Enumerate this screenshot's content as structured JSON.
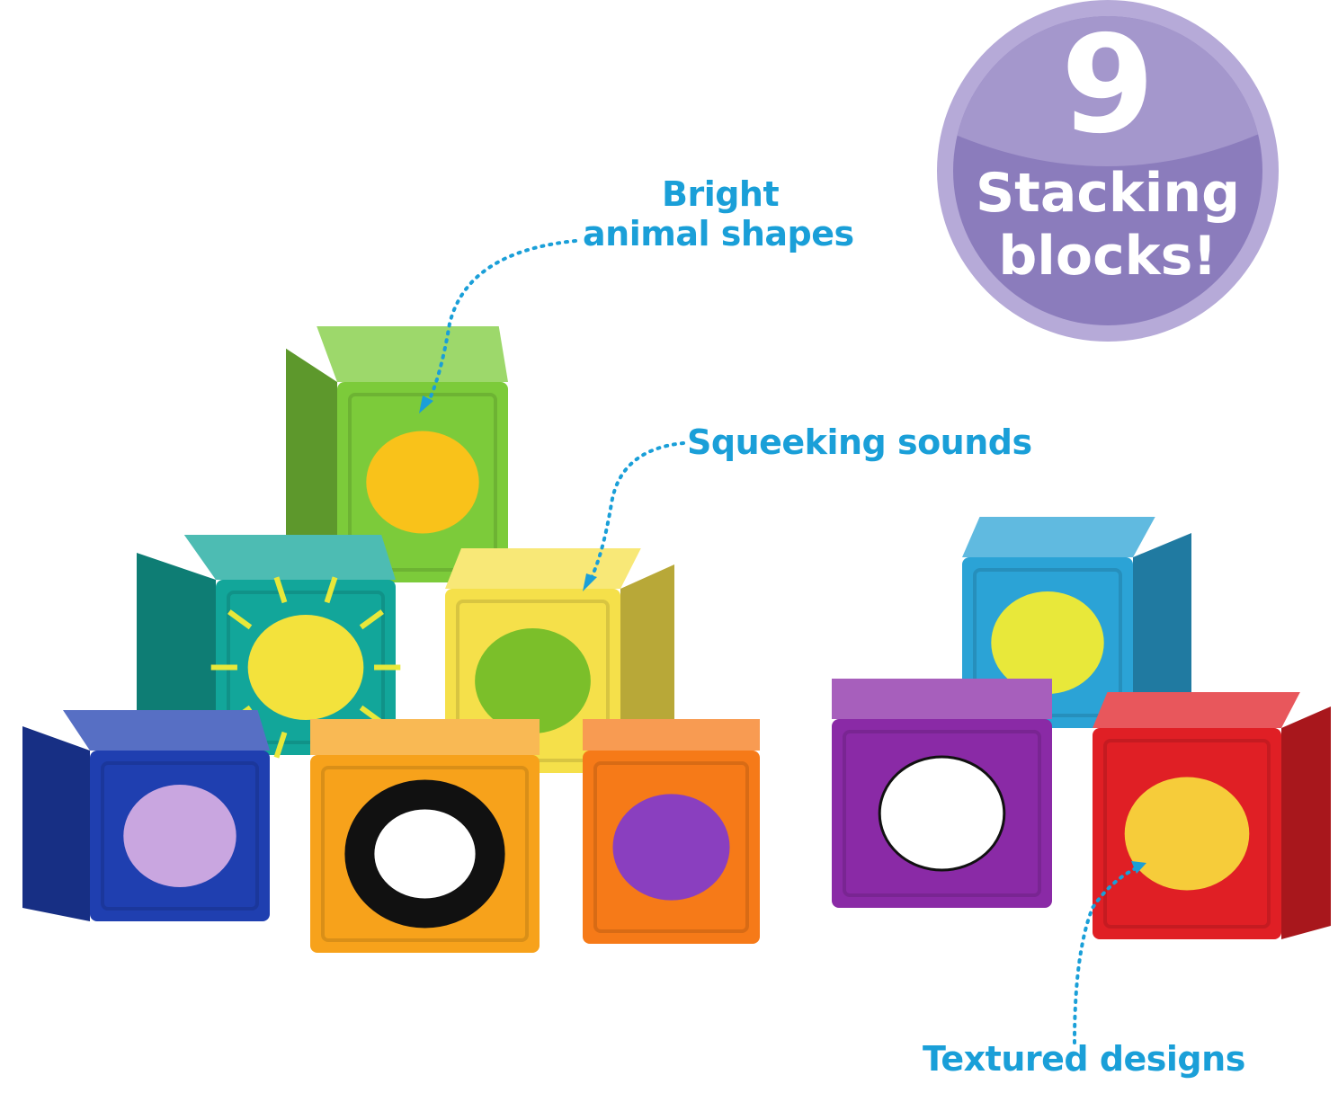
{
  "badge": {
    "number": "9",
    "line1": "Stacking",
    "line2": "blocks!",
    "colors": {
      "ring": "#b6aad8",
      "top": "#a497cc",
      "bottom": "#8b7cbc"
    }
  },
  "callouts": {
    "animal": {
      "line1": "Bright",
      "line2": "animal shapes"
    },
    "squeak": {
      "text": "Squeeking sounds"
    },
    "texture": {
      "text": "Textured designs"
    }
  },
  "accent_color": "#1a9fd8",
  "blocks": [
    {
      "color": "#7ccb3a",
      "icon": "tiger-icon"
    },
    {
      "color": "#12a69a",
      "icon": "sun-icon"
    },
    {
      "color": "#f5e04a",
      "icon": "leaf-icon"
    },
    {
      "color": "#1f3fb0",
      "icon": "rhino-icon"
    },
    {
      "color": "#f7a21b",
      "icon": "raccoon-icon"
    },
    {
      "color": "#f67a18",
      "icon": "paw-prints-icon"
    },
    {
      "color": "#2ba3d6",
      "icon": "chick-icon"
    },
    {
      "color": "#8a2aa6",
      "icon": "cow-icon"
    },
    {
      "color": "#e01f25",
      "icon": "giraffe-icon"
    }
  ]
}
